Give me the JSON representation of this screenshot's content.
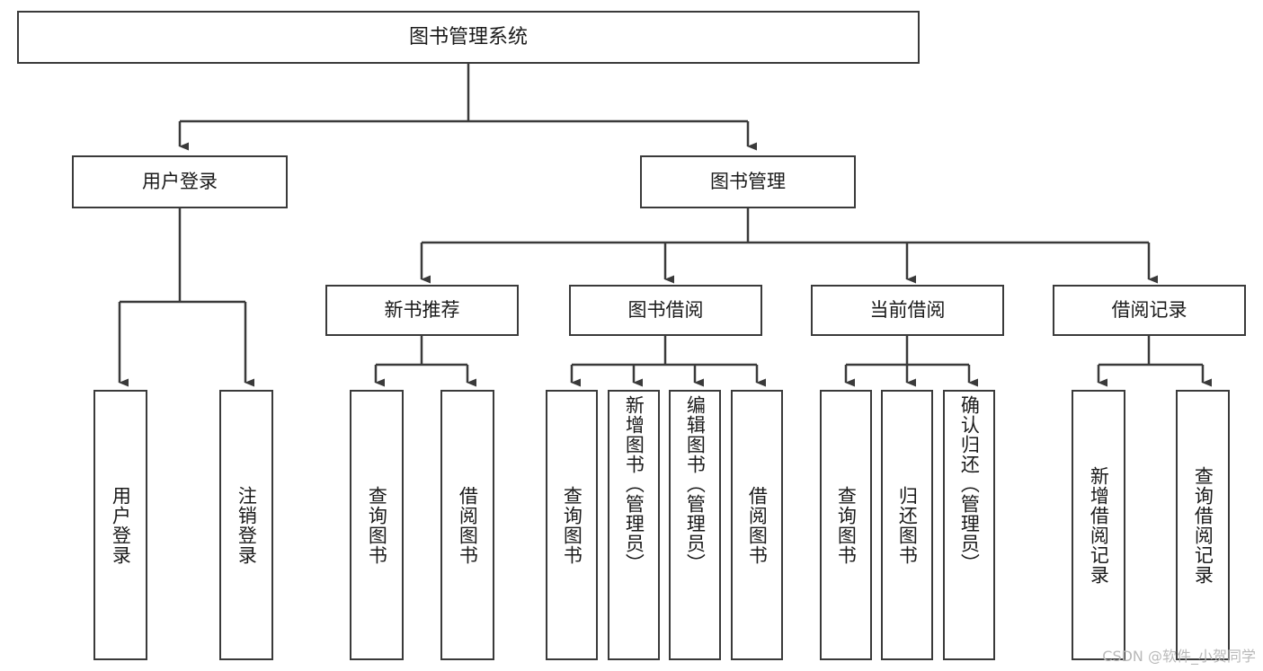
{
  "diagram": {
    "title": "图书管理系统",
    "type": "tree-hierarchy",
    "colors": {
      "border": "#3a3a3a",
      "background": "#ffffff",
      "text": "#1a1a1a",
      "connector": "#3a3a3a",
      "watermark": "#b9b9b9"
    }
  },
  "root": {
    "label": "图书管理系统"
  },
  "level2": [
    {
      "label": "用户登录"
    },
    {
      "label": "图书管理"
    }
  ],
  "level3": [
    {
      "label": "新书推荐"
    },
    {
      "label": "图书借阅"
    },
    {
      "label": "当前借阅"
    },
    {
      "label": "借阅记录"
    }
  ],
  "leaves": {
    "user_login": [
      {
        "label": "用户登录"
      },
      {
        "label": "注销登录"
      }
    ],
    "new_book": [
      {
        "label": "查询图书"
      },
      {
        "label": "借阅图书"
      }
    ],
    "book_borrow": [
      {
        "label": "查询图书"
      },
      {
        "label": "新增图书（管理员）"
      },
      {
        "label": "编辑图书（管理员）"
      },
      {
        "label": "借阅图书"
      }
    ],
    "current_borrow": [
      {
        "label": "查询图书"
      },
      {
        "label": "归还图书"
      },
      {
        "label": "确认归还（管理员）"
      }
    ],
    "borrow_record": [
      {
        "label": "新增借阅记录"
      },
      {
        "label": "查询借阅记录"
      }
    ]
  },
  "watermark": {
    "text": "CSDN @软件_小贺同学"
  }
}
